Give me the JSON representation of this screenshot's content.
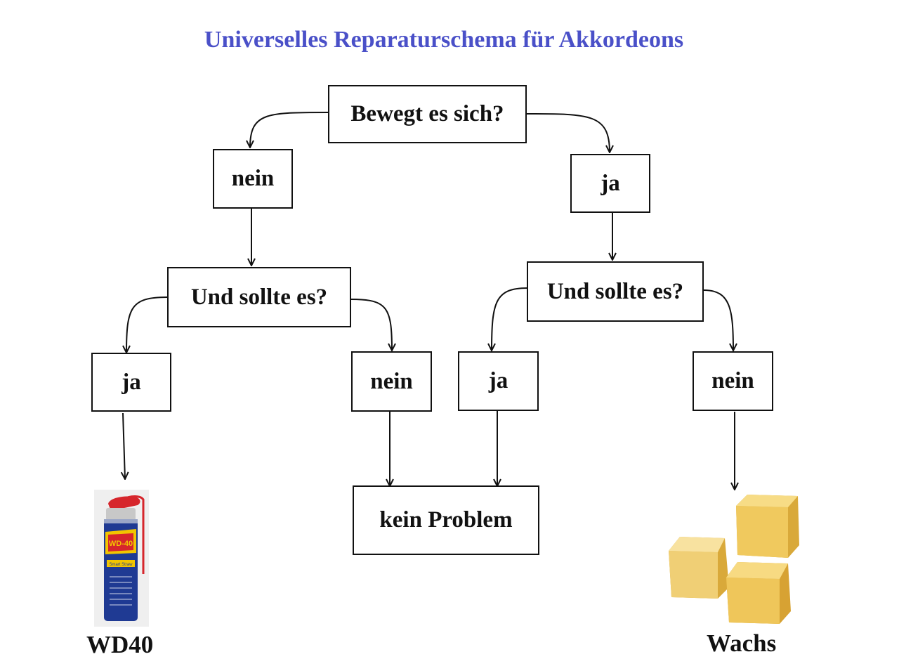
{
  "title": "Universelles Reparaturschema für Akkordeons",
  "nodes": {
    "root": "Bewegt es sich?",
    "l1_no": "nein",
    "l1_yes": "ja",
    "left_question": "Und sollte es?",
    "right_question": "Und sollte es?",
    "left_yes": "ja",
    "left_no": "nein",
    "right_yes": "ja",
    "right_no": "nein",
    "no_problem": "kein Problem"
  },
  "products": {
    "wd40_can_text": "WD-40",
    "wd40_can_straw": "Smart Straw",
    "wd40_label": "WD40",
    "wax_label": "Wachs"
  },
  "colors": {
    "title": "#4a50c8",
    "stroke": "#111111",
    "can_blue": "#1f3a93",
    "can_red": "#d6262c",
    "wd_yellow": "#f2c500",
    "wax": "#e6c055"
  }
}
